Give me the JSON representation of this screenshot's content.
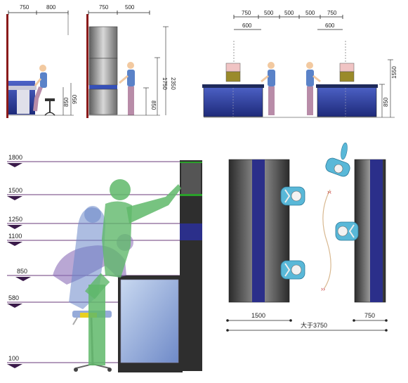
{
  "panel_a": {
    "dims_top": [
      "750",
      "800"
    ],
    "dims_side": [
      "950",
      "850"
    ]
  },
  "panel_b": {
    "dims_top": [
      "750",
      "500"
    ],
    "dims_side": [
      "2350",
      "1750",
      "850"
    ]
  },
  "panel_c": {
    "dims_top": [
      "750",
      "500",
      "500",
      "500",
      "750"
    ],
    "dims_inner": [
      "600",
      "600"
    ],
    "dims_side": [
      "1550",
      "850"
    ]
  },
  "panel_d": {
    "levels": [
      "1800",
      "1500",
      "1250",
      "1100",
      "850",
      "580",
      "100"
    ]
  },
  "panel_e": {
    "dims_bottom": [
      "1500",
      "750"
    ],
    "dim_total": "大于3750"
  },
  "colors": {
    "cabinet_blue": "#2b2f8a",
    "counter_blue": "#3a4bb0",
    "dark_wall": "#3a3a3a",
    "figure_green": "#5fb86a",
    "figure_blue": "#6a87c9",
    "figure_purple": "#8a6cb8",
    "line_purple": "#7a4d7a",
    "shirt_blue": "#5a82c8",
    "pants_mauve": "#b88ca8"
  }
}
